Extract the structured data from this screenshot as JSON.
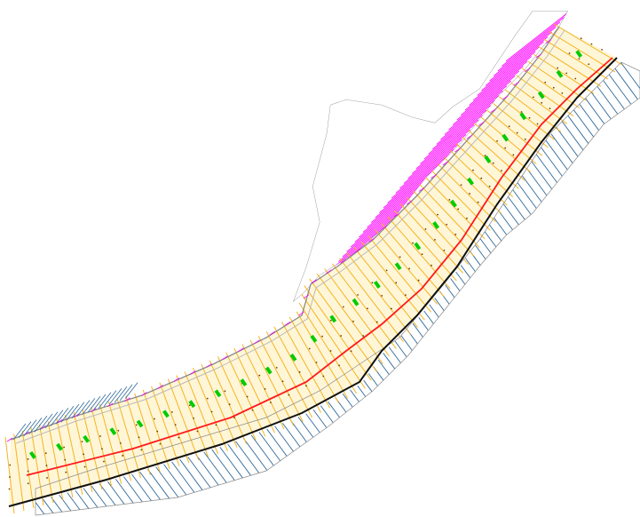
{
  "drawing": {
    "background": "#ffffff",
    "colors": {
      "section_line": "#f5b41e",
      "channel_fill": "#fff6d8",
      "centerline_red": "#ff1a1a",
      "baseline_black": "#111111",
      "magenta_hatch": "#ff00ff",
      "blue_hatch": "#2f6a9c",
      "gray_boundary": "#8a8a8a",
      "green_marker": "#00cc00",
      "dot": "#6b3f00"
    },
    "layers": [
      "channel-fill",
      "cross-section-lines",
      "magenta-hatch-area",
      "blue-hatch-area",
      "gray-boundary",
      "red-centerline",
      "black-baseline",
      "green-markers"
    ]
  }
}
